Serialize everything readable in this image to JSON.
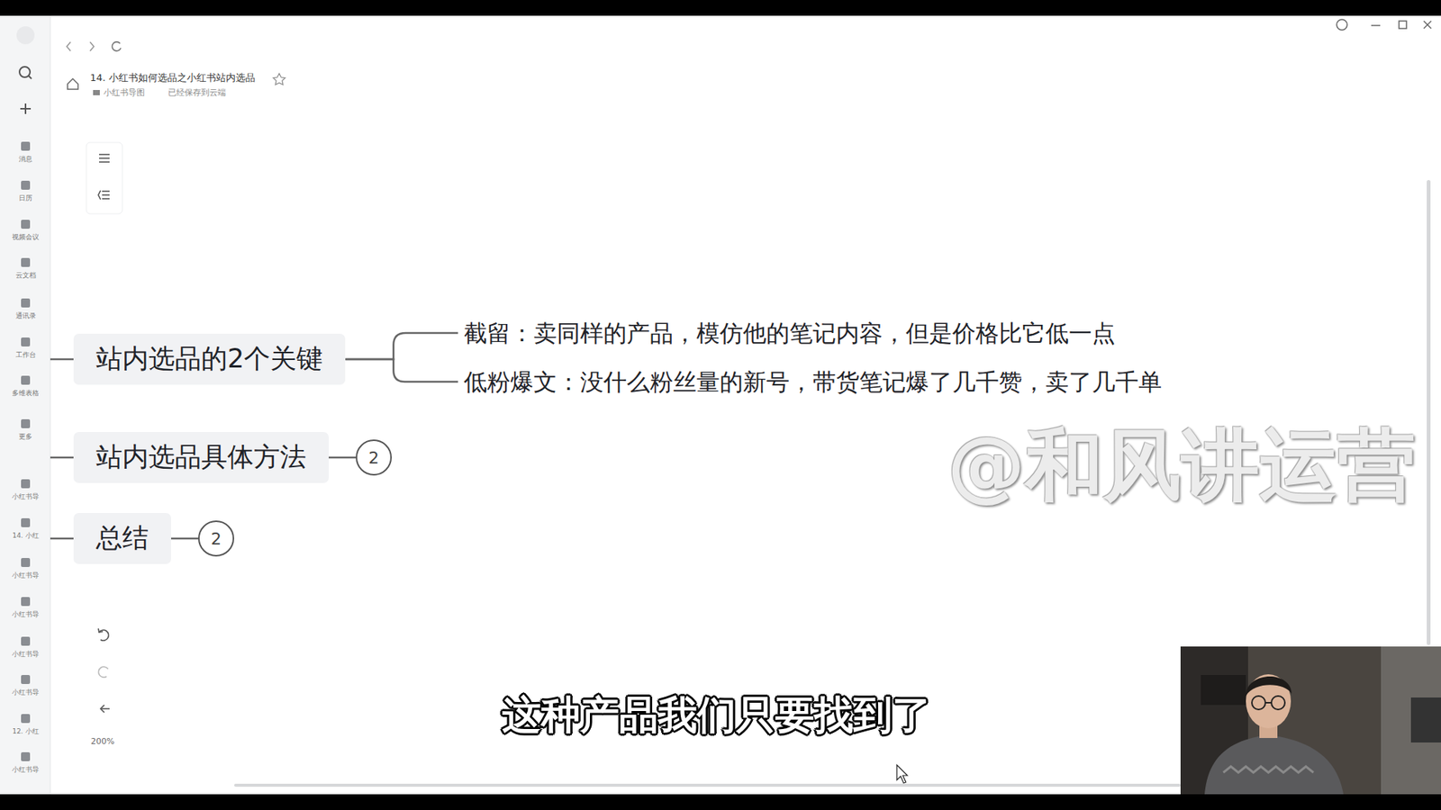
{
  "diagram": {
    "nodes": [
      {
        "text": [
          "站内选品的2个关键"
        ]
      },
      {
        "text": [
          "截留：卖同样的产品，模仿他的笔记内容，但是价格比它低一点"
        ]
      },
      {
        "text": [
          "低粉爆文：没什么粉丝量的新号，带货笔记爆了几千赞，卖了几千单"
        ]
      },
      {
        "text": [
          "站内选品具体方法"
        ]
      },
      {
        "text": [
          "2"
        ]
      },
      {
        "text": [
          "总结"
        ]
      },
      {
        "text": [
          "2"
        ]
      }
    ],
    "edges": [
      {
        "from": 0,
        "to": 1,
        "arrow": "none"
      },
      {
        "from": 0,
        "to": 2,
        "arrow": "none"
      },
      {
        "from": 3,
        "to": 4,
        "arrow": "none"
      },
      {
        "from": 5,
        "to": 6,
        "arrow": "none"
      }
    ],
    "labels": [
      "14. 小红书如何选品之小红书站内选品",
      "小红书导图",
      "已经保存到云端",
      "消息",
      "日历",
      "视频会议",
      "云文档",
      "通讯录",
      "工作台",
      "多维表格",
      "更多",
      "小红书导",
      "14. 小红",
      "小红书导",
      "小红书导",
      "小红书导",
      "小红书导",
      "12. 小红",
      "小红书导",
      "200%",
      "@和风讲运营",
      "这种产品我们只要找到了"
    ]
  }
}
